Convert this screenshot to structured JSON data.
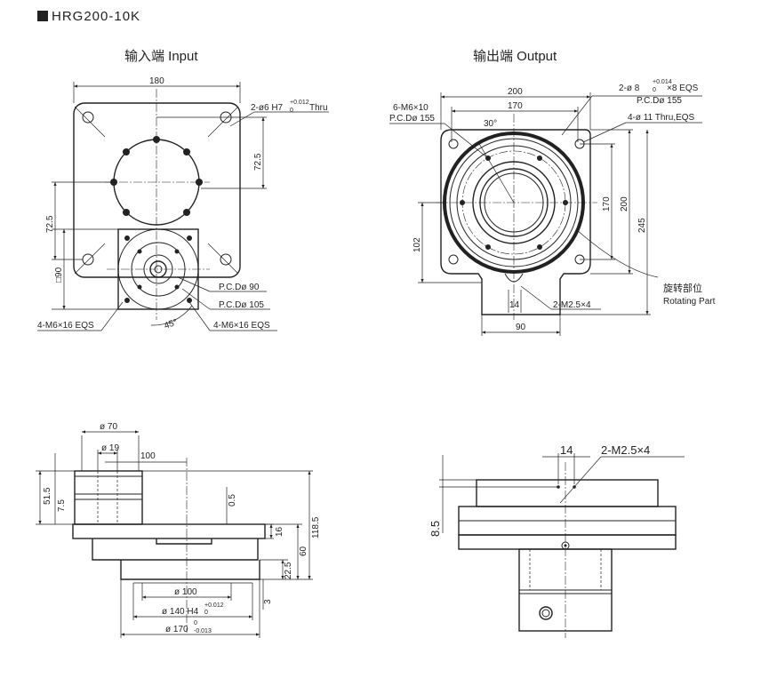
{
  "title": "HRG200-10K",
  "input_view": {
    "label": "输入端 Input",
    "dim_width": "180",
    "hole_spec": "2-ø6 H7",
    "hole_tol_sup": "+0.012",
    "hole_tol_sub": "0",
    "hole_suffix": "Thru",
    "dim_72_5_right": "72.5",
    "dim_72_5_left": "72.5",
    "dim_square": "□90",
    "pcd_90": "P.C.Dø 90",
    "pcd_105": "P.C.Dø 105",
    "angle_45": "45°",
    "m6_left": "4-M6×16 EQS",
    "m6_right": "4-M6×16 EQS"
  },
  "output_view": {
    "label": "输出端 Output",
    "dim_200_top": "200",
    "dim_170_top": "170",
    "pin_spec": "2-ø 8",
    "pin_tol_sup": "+0.014",
    "pin_tol_sub": "0",
    "pin_suffix": "×8 EQS",
    "pcd_155_right": "P.C.Dø 155",
    "thru_holes": "4-ø 11 Thru,EQS",
    "m6_spec": "6-M6×10",
    "pcd_155_left": "P.C.Dø 155",
    "angle_30": "30°",
    "dim_170_side": "170",
    "dim_200_side": "200",
    "dim_245_side": "245",
    "dim_102": "102",
    "dim_14": "14",
    "m2_5": "2-M2.5×4",
    "dim_90": "90",
    "rotating_cn": "旋转部位",
    "rotating_en": "Rotating Part"
  },
  "side_view": {
    "d70": "ø 70",
    "d19": "ø 19",
    "d100_top": "100",
    "d51_5": "51.5",
    "d7_5": "7.5",
    "d0_5": "0.5",
    "d118_5": "118.5",
    "d16": "16",
    "d60": "60",
    "d22_5": "22.5",
    "d3": "3",
    "dia100": "ø 100",
    "dia140": "ø 140 H4",
    "dia140_sup": "+0.012",
    "dia140_sub": "0",
    "dia170": "ø 170",
    "dia170_sup": "0",
    "dia170_sub": "-0.013"
  },
  "detail_view": {
    "d14": "14",
    "m2_5": "2-M2.5×4",
    "d8_5": "8.5"
  }
}
